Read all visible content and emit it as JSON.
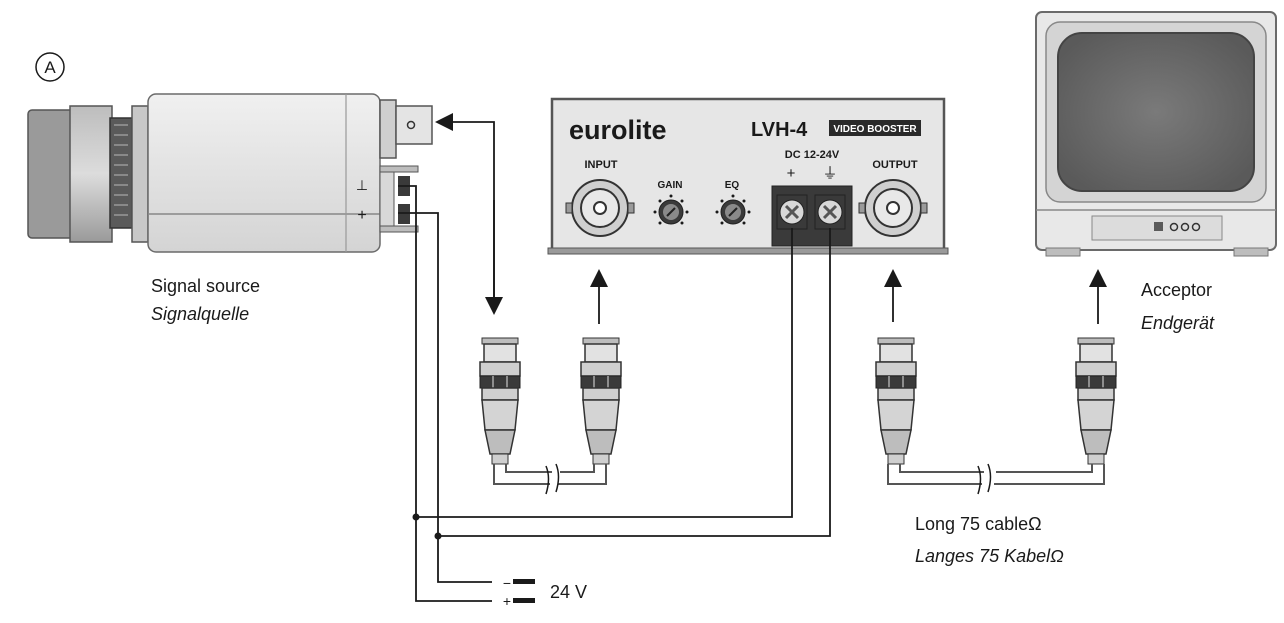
{
  "figure_marker": "A",
  "camera": {
    "label": "Signal source",
    "label_de": "Signalquelle",
    "term_ground": "⊥",
    "term_plus": "+"
  },
  "booster": {
    "brand": "eurolite",
    "model": "LVH-4",
    "badge": "VIDEO BOOSTER",
    "input_label": "INPUT",
    "gain_label": "GAIN",
    "eq_label": "EQ",
    "dc_label": "DC 12-24V",
    "dc_plus": "+",
    "dc_ground": "⏚",
    "output_label": "OUTPUT"
  },
  "monitor": {
    "label": "Acceptor",
    "label_de": "Endgerät"
  },
  "cable": {
    "label": "Long 75 cableΩ",
    "label_de": "Langes 75 KabelΩ"
  },
  "power": {
    "voltage": "24 V",
    "minus": "−",
    "plus": "+"
  },
  "colors": {
    "line": "#1a1a1a",
    "device": "#e6e6e6",
    "device_dark": "#5a5a5a",
    "screen": "#6e6e6e"
  }
}
